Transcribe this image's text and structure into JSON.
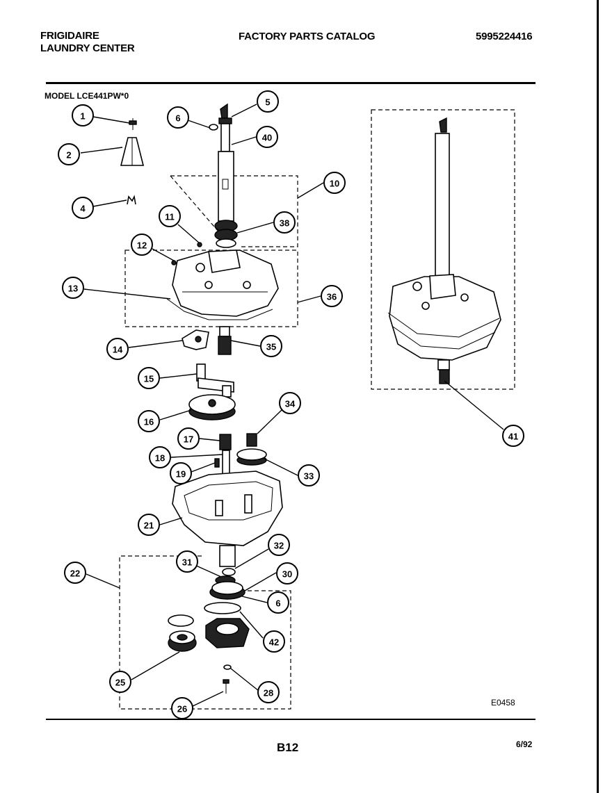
{
  "header": {
    "brand_line1": "FRIGIDAIRE",
    "brand_line2": "LAUNDRY CENTER",
    "catalog_title": "FACTORY PARTS CATALOG",
    "catalog_number": "5995224416"
  },
  "model_label": "MODEL LCE441PW*0",
  "figure_code": "E0458",
  "footer": {
    "page": "B12",
    "date": "6/92"
  },
  "callouts": [
    {
      "id": "c1",
      "label": "1"
    },
    {
      "id": "c2",
      "label": "2"
    },
    {
      "id": "c4",
      "label": "4"
    },
    {
      "id": "c6a",
      "label": "6"
    },
    {
      "id": "c5",
      "label": "5"
    },
    {
      "id": "c40",
      "label": "40"
    },
    {
      "id": "c10",
      "label": "10"
    },
    {
      "id": "c11",
      "label": "11"
    },
    {
      "id": "c38",
      "label": "38"
    },
    {
      "id": "c12",
      "label": "12"
    },
    {
      "id": "c13",
      "label": "13"
    },
    {
      "id": "c36",
      "label": "36"
    },
    {
      "id": "c14",
      "label": "14"
    },
    {
      "id": "c35",
      "label": "35"
    },
    {
      "id": "c15",
      "label": "15"
    },
    {
      "id": "c16",
      "label": "16"
    },
    {
      "id": "c34",
      "label": "34"
    },
    {
      "id": "c17",
      "label": "17"
    },
    {
      "id": "c18",
      "label": "18"
    },
    {
      "id": "c19",
      "label": "19"
    },
    {
      "id": "c33",
      "label": "33"
    },
    {
      "id": "c21",
      "label": "21"
    },
    {
      "id": "c32",
      "label": "32"
    },
    {
      "id": "c22",
      "label": "22"
    },
    {
      "id": "c31",
      "label": "31"
    },
    {
      "id": "c30",
      "label": "30"
    },
    {
      "id": "c6b",
      "label": "6"
    },
    {
      "id": "c42",
      "label": "42"
    },
    {
      "id": "c25",
      "label": "25"
    },
    {
      "id": "c28",
      "label": "28"
    },
    {
      "id": "c26",
      "label": "26"
    },
    {
      "id": "c41",
      "label": "41"
    }
  ]
}
